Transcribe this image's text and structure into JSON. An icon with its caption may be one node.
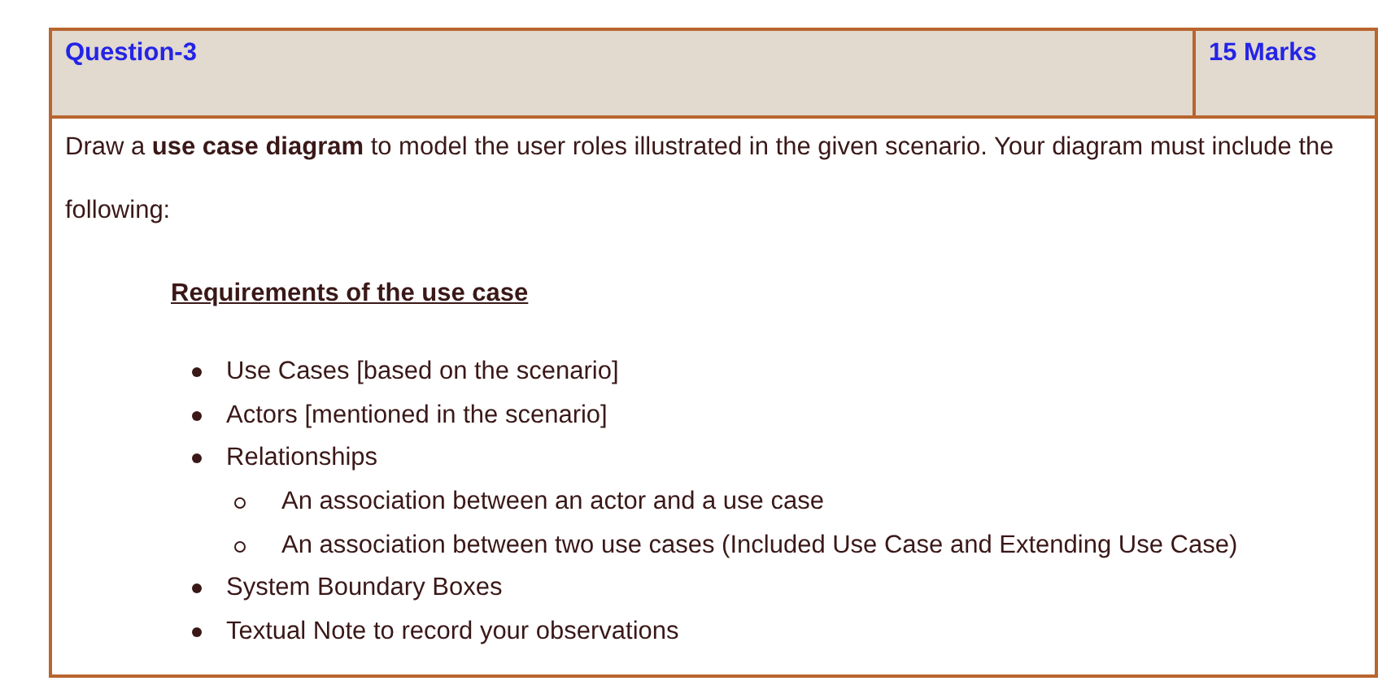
{
  "diagram": {
    "nodes": [
      {
        "text": [
          "Question-3"
        ]
      },
      {
        "text": [
          "15 Marks"
        ]
      },
      {
        "text": [
          "Draw a **use case diagram** to model the user roles illustrated in the given scenario. Your diagram must include the following:",
          "Requirements of the use case",
          "Use Cases [based on the scenario]",
          "Actors [mentioned in the scenario]",
          "Relationships",
          "An association between an actor and a use case",
          "An association between two use cases (Included Use Case and Extending Use Case)",
          "System Boundary Boxes",
          "Textual Note to record your observations"
        ]
      }
    ]
  }
}
